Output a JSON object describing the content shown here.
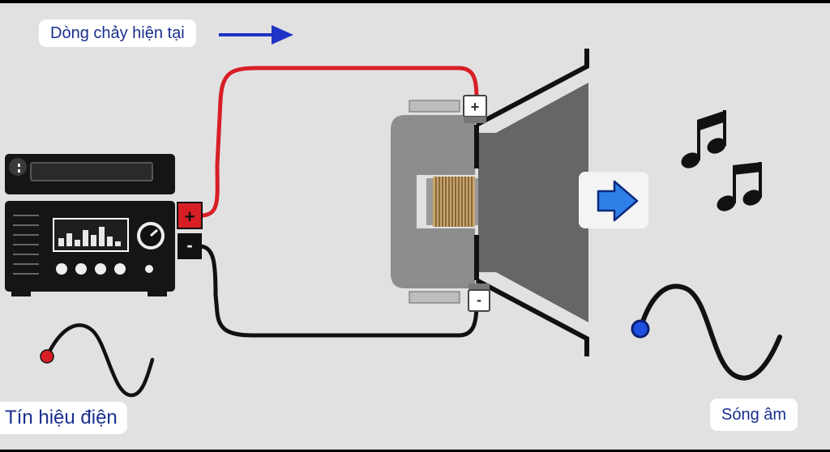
{
  "labels": {
    "current_flow": "Dòng chảy hiện tại",
    "electric_signal": "Tín hiệu điện",
    "sound_wave": "Sóng âm"
  },
  "terminals": {
    "amp_positive": "+",
    "amp_negative": "-",
    "speaker_positive": "+",
    "speaker_negative": "-"
  },
  "colors": {
    "background": "#e1e1e1",
    "positive_wire": "#d81e25",
    "negative_wire": "#111111",
    "current_arrow": "#1f33c7",
    "label_text": "#1a2f8f",
    "signal_dot": "#d81e25",
    "sound_dot": "#1f4fe0",
    "sound_arrow": "#2f7fe8"
  },
  "icons": {
    "amplifier": "stereo-amplifier-icon",
    "speaker": "speaker-cross-section-icon",
    "notes": "music-notes-icon",
    "direction": "right-arrow-icon"
  }
}
